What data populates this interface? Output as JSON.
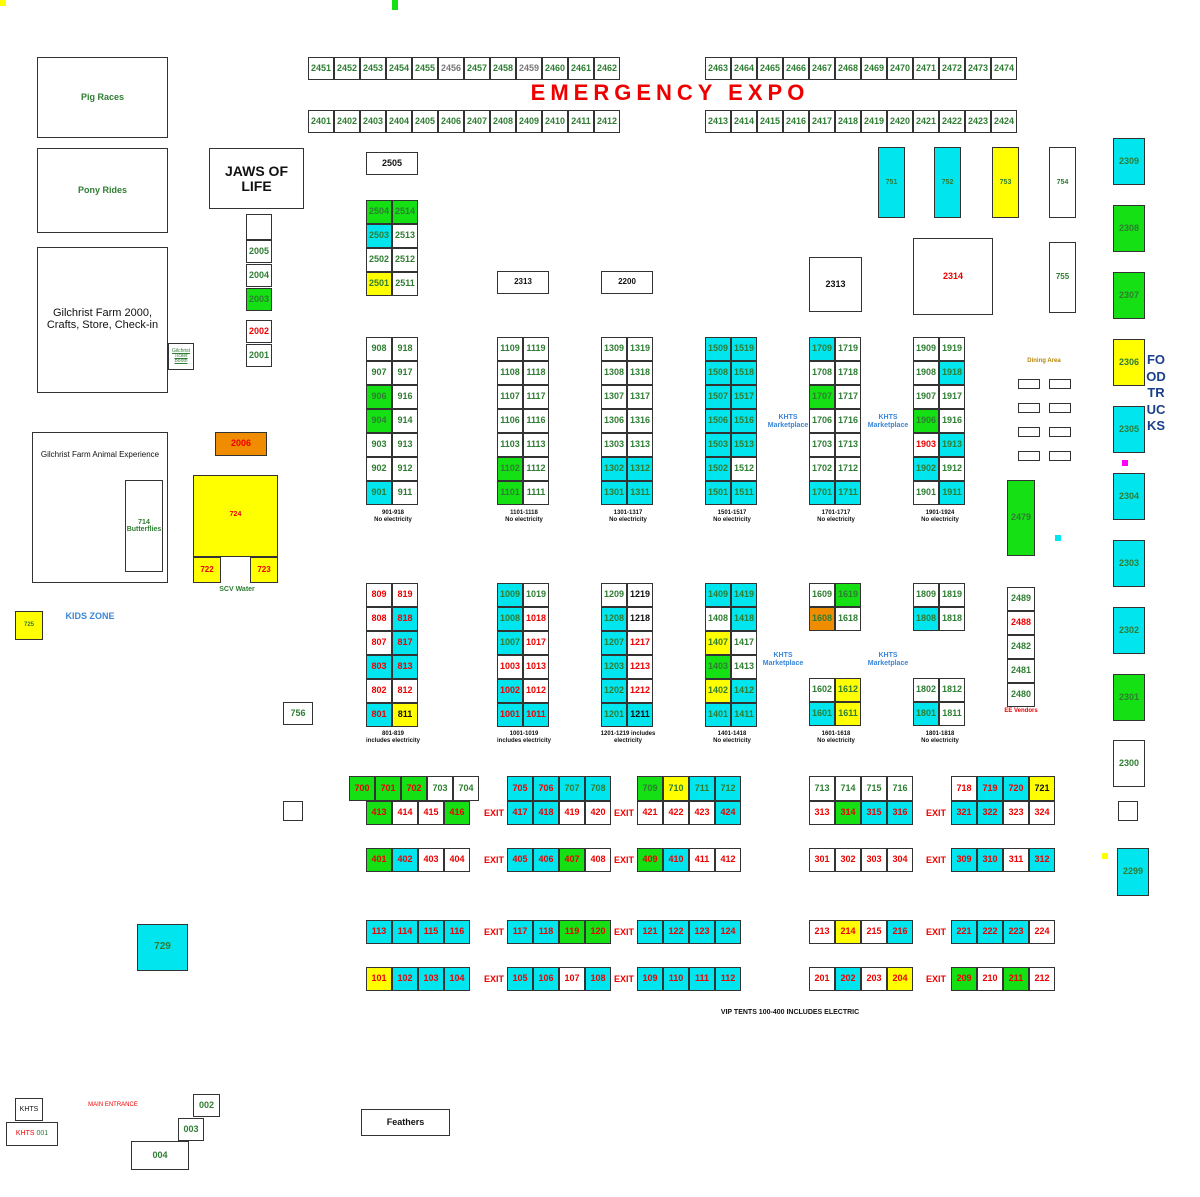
{
  "title": "EMERGENCY EXPO",
  "colors": {
    "w": "#ffffff",
    "c": "#00e5ee",
    "g": "#14e014",
    "y": "#ffff00",
    "o": "#f08c00",
    "text_red": "#ee0000",
    "text_green": "#2e7d32",
    "text_blue": "#1a4fa3"
  },
  "labels": {
    "food_trucks": "FOODTRUCKS",
    "kids_zone": "KIDS ZONE",
    "dining_area": "Dining Area",
    "scv_water": "SCV Water",
    "ee_vendors": "EE Vendors",
    "vip_note": "VIP TENTS 100-400 INCLUDES ELECTRIC",
    "main_entrance": "MAIN ENTRANCE",
    "khts_marketplace": "KHTS Marketplace",
    "exit": "EXIT"
  },
  "areas": {
    "pig_races": "Pig Races",
    "pony_rides": "Pony Rides",
    "gilchrist_farm": "Gilchrist Farm 2000, Crafts, Store, Check-in",
    "ticket_booth": "Gilchrist Ticket Booth",
    "animal_experience": "Gilchrist Farm Animal Experience",
    "butterflies": "714 Butterflies",
    "jaws_of_life": "JAWS OF LIFE",
    "feathers": "Feathers",
    "khts": "KHTS",
    "khts_001_a": "KHTS",
    "khts_001_b": "001",
    "b724": "724",
    "b722": "722",
    "b723": "723",
    "b2006": "2006",
    "b2505": "2505",
    "b729": "729",
    "b756": "756",
    "b725": "725",
    "b002": "002",
    "b003": "003",
    "b004": "004",
    "b2313a": "2313",
    "b2200": "2200",
    "b2313b": "2313",
    "b2314": "2314",
    "b2479": "2479",
    "b2300": "2300",
    "b2299": "2299"
  },
  "captions": [
    "901-918\nNo electricity",
    "1101-1118\nNo electricity",
    "1301-1317\nNo electricity",
    "1501-1517\nNo electricity",
    "1701-1717\nNo electricity",
    "1901-1924\nNo electricity",
    "801-819\nincludes electricity",
    "1001-1019\nincludes electricity",
    "1201-1219 includes\nelectricity",
    "1401-1418\nNo electricity",
    "1601-1618\nNo electricity",
    "1801-1818\nNo electricity"
  ],
  "top_row_1": [
    "2451|g",
    "2452|g",
    "2453|g",
    "2454|g",
    "2455|g",
    "2456|gy",
    "2457|g",
    "2458|g",
    "2459|gy",
    "2460|g",
    "2461|g",
    "2462|g",
    "2463|g",
    "2464|g",
    "2465|g",
    "2466|g",
    "2467|g",
    "2468|g",
    "2469|g",
    "2470|g",
    "2471|g",
    "2472|g",
    "2473|g",
    "2474|g"
  ],
  "top_row_2": [
    "2401|g",
    "2402|g",
    "2403|g",
    "2404|g",
    "2405|g",
    "2406|g",
    "2407|g",
    "2408|g",
    "2409|g",
    "2410|g",
    "2411|g",
    "2412|g",
    "2413|g",
    "2414|g",
    "2415|g",
    "2416|g",
    "2417|g",
    "2418|g",
    "2419|g",
    "2420|g",
    "2421|g",
    "2422|g",
    "2423|g",
    "2424|g"
  ],
  "col_2000": [
    "2005|w|g",
    "2004|w|g",
    "2003|g|g",
    "2002|w|r",
    "2001|w|g"
  ],
  "col_2500": [
    [
      "2504|g|g",
      "2514|g|g"
    ],
    [
      "2503|c|g",
      "2513|w|g"
    ],
    [
      "2502|w|g",
      "2512|w|g"
    ],
    [
      "2501|y|g",
      "2511|w|g"
    ]
  ],
  "khts_blocks": [
    {
      "rows": [
        [
          "908|w|g",
          "918|w|g"
        ],
        [
          "907|w|g",
          "917|w|g"
        ],
        [
          "906|g|g",
          "916|w|g"
        ],
        [
          "904|g|g",
          "914|w|g"
        ],
        [
          "903|w|g",
          "913|w|g"
        ],
        [
          "902|w|g",
          "912|w|g"
        ],
        [
          "901|c|g",
          "911|w|g"
        ]
      ]
    },
    {
      "rows": [
        [
          "1109|w|g",
          "1119|w|g"
        ],
        [
          "1108|w|g",
          "1118|w|g"
        ],
        [
          "1107|w|g",
          "1117|w|g"
        ],
        [
          "1106|w|g",
          "1116|w|g"
        ],
        [
          "1103|w|g",
          "1113|w|g"
        ],
        [
          "1102|g|g",
          "1112|w|g"
        ],
        [
          "1101|g|g",
          "1111|w|g"
        ]
      ]
    },
    {
      "rows": [
        [
          "1309|w|g",
          "1319|w|g"
        ],
        [
          "1308|w|g",
          "1318|w|g"
        ],
        [
          "1307|w|g",
          "1317|w|g"
        ],
        [
          "1306|w|g",
          "1316|w|g"
        ],
        [
          "1303|w|g",
          "1313|w|g"
        ],
        [
          "1302|c|g",
          "1312|c|g"
        ],
        [
          "1301|c|g",
          "1311|c|g"
        ]
      ]
    },
    {
      "rows": [
        [
          "1509|c|g",
          "1519|c|g"
        ],
        [
          "1508|c|g",
          "1518|c|g"
        ],
        [
          "1507|c|g",
          "1517|c|g"
        ],
        [
          "1506|c|g",
          "1516|c|g"
        ],
        [
          "1503|c|g",
          "1513|c|g"
        ],
        [
          "1502|c|g",
          "1512|w|g"
        ],
        [
          "1501|c|g",
          "1511|c|g"
        ]
      ]
    },
    {
      "rows": [
        [
          "1709|c|g",
          "1719|w|g"
        ],
        [
          "1708|w|g",
          "1718|w|g"
        ],
        [
          "1707|g|g",
          "1717|w|g"
        ],
        [
          "1706|w|g",
          "1716|w|g"
        ],
        [
          "1703|w|g",
          "1713|w|g"
        ],
        [
          "1702|w|g",
          "1712|w|g"
        ],
        [
          "1701|c|g",
          "1711|c|g"
        ]
      ]
    },
    {
      "rows": [
        [
          "1909|w|g",
          "1919|w|g"
        ],
        [
          "1908|w|g",
          "1918|c|g"
        ],
        [
          "1907|w|g",
          "1917|w|g"
        ],
        [
          "1906|g|g",
          "1916|w|g"
        ],
        [
          "1903|w|r",
          "1913|c|g"
        ],
        [
          "1902|c|g",
          "1912|w|g"
        ],
        [
          "1901|w|g",
          "1911|c|g"
        ]
      ]
    }
  ],
  "mid_blocks": [
    {
      "rows": [
        [
          "809|w|r",
          "819|w|r"
        ],
        [
          "808|w|r",
          "818|c|r"
        ],
        [
          "807|w|r",
          "817|c|r"
        ],
        [
          "803|c|r",
          "813|c|r"
        ],
        [
          "802|w|r",
          "812|w|r"
        ],
        [
          "801|c|r",
          "811|y|k"
        ]
      ]
    },
    {
      "rows": [
        [
          "1009|c|g",
          "1019|w|g"
        ],
        [
          "1008|c|g",
          "1018|w|r"
        ],
        [
          "1007|c|g",
          "1017|w|r"
        ],
        [
          "1003|w|r",
          "1013|w|r"
        ],
        [
          "1002|c|r",
          "1012|w|r"
        ],
        [
          "1001|c|r",
          "1011|c|r"
        ]
      ]
    },
    {
      "rows": [
        [
          "1209|w|g",
          "1219|w|k"
        ],
        [
          "1208|c|g",
          "1218|w|k"
        ],
        [
          "1207|c|g",
          "1217|w|r"
        ],
        [
          "1203|c|g",
          "1213|w|r"
        ],
        [
          "1202|c|g",
          "1212|w|r"
        ],
        [
          "1201|c|g",
          "1211|c|k"
        ]
      ]
    },
    {
      "rows": [
        [
          "1409|c|g",
          "1419|c|g"
        ],
        [
          "1408|w|g",
          "1418|c|g"
        ],
        [
          "1407|y|g",
          "1417|w|g"
        ],
        [
          "1403|g|g",
          "1413|w|g"
        ],
        [
          "1402|y|g",
          "1412|c|g"
        ],
        [
          "1401|c|g",
          "1411|c|g"
        ]
      ]
    }
  ],
  "b1600": [
    [
      "1609|w|g",
      "1619|g|g"
    ],
    [
      "1608|o|g",
      "1618|w|g"
    ]
  ],
  "b1600b": [
    [
      "1602|w|g",
      "1612|y|g"
    ],
    [
      "1601|c|g",
      "1611|y|g"
    ]
  ],
  "b1800": [
    [
      "1809|w|g",
      "1819|w|g"
    ],
    [
      "1808|c|g",
      "1818|w|g"
    ]
  ],
  "b1800b": [
    [
      "1802|w|g",
      "1812|w|g"
    ],
    [
      "1801|c|g",
      "1811|w|g"
    ]
  ],
  "col_2480": [
    "2489|w|g",
    "2488|w|r",
    "2482|w|g",
    "2481|w|g",
    "2480|w|g"
  ],
  "food_trucks": [
    "2309|c|g",
    "2308|g|g",
    "2307|g|g",
    "2306|y|g",
    "2305|c|g",
    "2304|c|g",
    "2303|c|g",
    "2302|c|g",
    "2301|g|g"
  ],
  "tall_751": [
    "751|c|g",
    "752|c|g",
    "753|y|g",
    "754|w|g"
  ],
  "tall_755": "755",
  "row_700_a": [
    "700|g|r",
    "701|g|r",
    "702|g|r",
    "703|w|g",
    "704|w|g"
  ],
  "row_700_b": [
    "705|c|r",
    "706|c|r",
    "707|c|g",
    "708|c|g"
  ],
  "row_700_c": [
    "709|g|g",
    "710|y|g",
    "711|c|g",
    "712|c|g"
  ],
  "row_700_d": [
    "713|w|g",
    "714|w|g",
    "715|w|g",
    "716|w|g"
  ],
  "row_700_e": [
    "718|w|r",
    "719|c|r",
    "720|c|r",
    "721|y|k"
  ],
  "row_400": [
    [
      "413|g|r",
      "414|w|r",
      "415|w|r",
      "416|g|r"
    ],
    [
      "417|c|r",
      "418|c|r",
      "419|w|r",
      "420|w|r"
    ],
    [
      "421|w|r",
      "422|w|r",
      "423|w|r",
      "424|c|r"
    ],
    [
      "313|w|r",
      "314|g|r",
      "315|c|r",
      "316|c|r"
    ],
    [
      "321|c|r",
      "322|c|r",
      "323|w|r",
      "324|w|r"
    ]
  ],
  "row_401": [
    [
      "401|g|r",
      "402|c|r",
      "403|w|r",
      "404|w|r"
    ],
    [
      "405|c|r",
      "406|c|r",
      "407|g|r",
      "408|w|r"
    ],
    [
      "409|g|r",
      "410|c|r",
      "411|w|r",
      "412|w|r"
    ],
    [
      "301|w|r",
      "302|w|r",
      "303|w|r",
      "304|w|r"
    ],
    [
      "309|c|r",
      "310|c|r",
      "311|w|r",
      "312|c|r"
    ]
  ],
  "row_113": [
    [
      "113|c|r",
      "114|c|r",
      "115|c|r",
      "116|c|r"
    ],
    [
      "117|c|r",
      "118|c|r",
      "119|g|r",
      "120|g|r"
    ],
    [
      "121|c|r",
      "122|c|r",
      "123|c|r",
      "124|c|r"
    ],
    [
      "213|w|r",
      "214|y|r",
      "215|w|r",
      "216|c|r"
    ],
    [
      "221|c|r",
      "222|c|r",
      "223|c|r",
      "224|w|r"
    ]
  ],
  "row_101": [
    [
      "101|y|r",
      "102|c|r",
      "103|c|r",
      "104|c|r"
    ],
    [
      "105|c|r",
      "106|c|r",
      "107|w|r",
      "108|c|r"
    ],
    [
      "109|c|r",
      "110|c|r",
      "111|c|r",
      "112|c|r"
    ],
    [
      "201|w|r",
      "202|c|r",
      "203|w|r",
      "204|y|r"
    ],
    [
      "209|g|r",
      "210|w|r",
      "211|g|r",
      "212|w|r"
    ]
  ]
}
